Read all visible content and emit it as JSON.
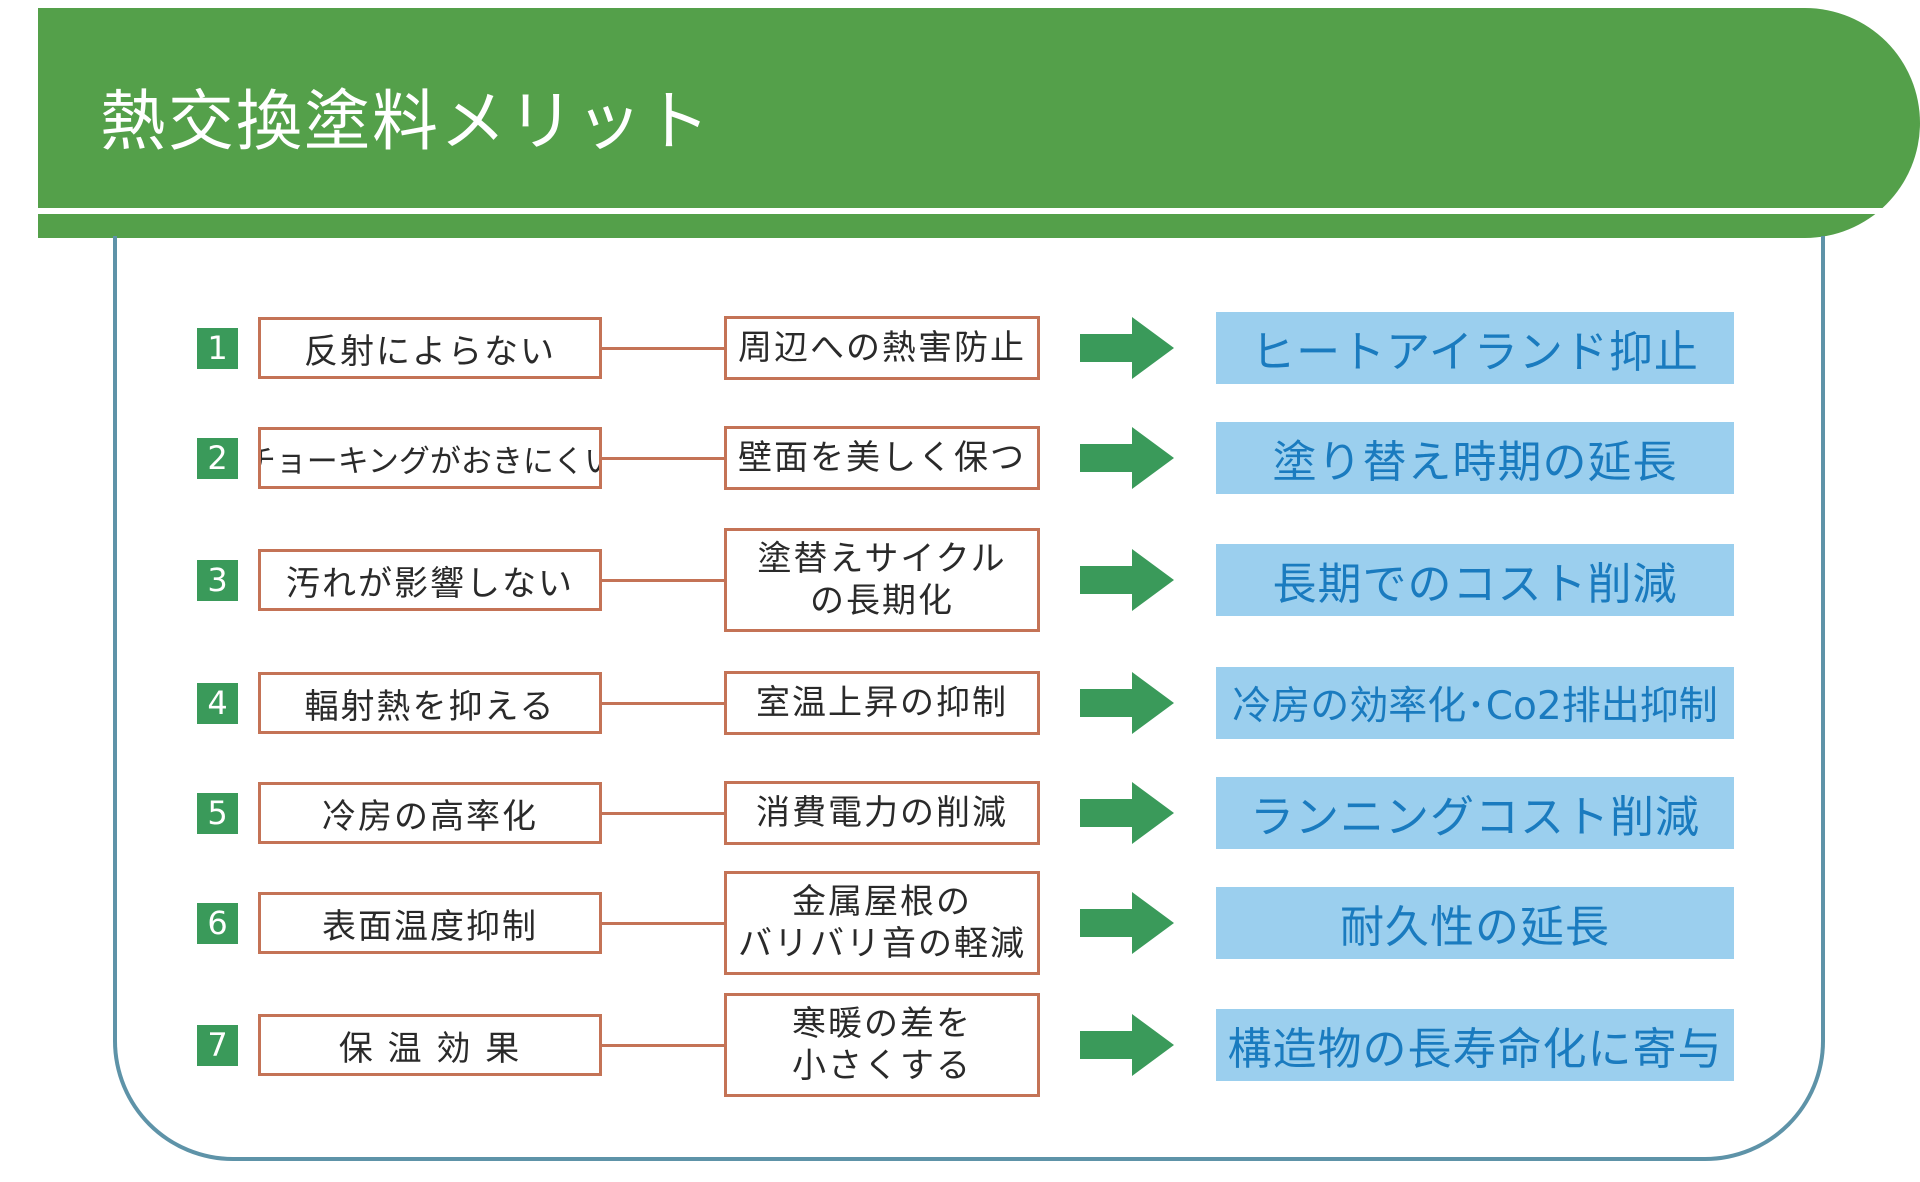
{
  "title": "熱交換塗料メリット",
  "colors": {
    "banner_green": "#54a04a",
    "number_box_green": "#3a9a5a",
    "border_brown": "#c47356",
    "frame_blue": "#5e93a8",
    "result_bg": "#9bcfee",
    "result_text": "#1a7bbf",
    "arrow_green": "#3a9a5a"
  },
  "rows": [
    {
      "number": "1",
      "cause": "反射によらない",
      "effect_lines": [
        "周辺への熱害防止"
      ],
      "result": "ヒートアイランド抑止"
    },
    {
      "number": "2",
      "cause": "チョーキングがおきにくい",
      "effect_lines": [
        "壁面を美しく保つ"
      ],
      "result": "塗り替え時期の延長"
    },
    {
      "number": "3",
      "cause": "汚れが影響しない",
      "effect_lines": [
        "塗替えサイクル",
        "の長期化"
      ],
      "result": "長期でのコスト削減"
    },
    {
      "number": "4",
      "cause": "輻射熱を抑える",
      "effect_lines": [
        "室温上昇の抑制"
      ],
      "result": "冷房の効率化･Co2排出抑制"
    },
    {
      "number": "5",
      "cause": "冷房の高率化",
      "effect_lines": [
        "消費電力の削減"
      ],
      "result": "ランニングコスト削減"
    },
    {
      "number": "6",
      "cause": "表面温度抑制",
      "effect_lines": [
        "金属屋根の",
        "バリバリ音の軽減"
      ],
      "result": "耐久性の延長"
    },
    {
      "number": "7",
      "cause": "保 温 効 果",
      "effect_lines": [
        "寒暖の差を",
        "小さくする"
      ],
      "result": "構造物の長寿命化に寄与"
    }
  ]
}
